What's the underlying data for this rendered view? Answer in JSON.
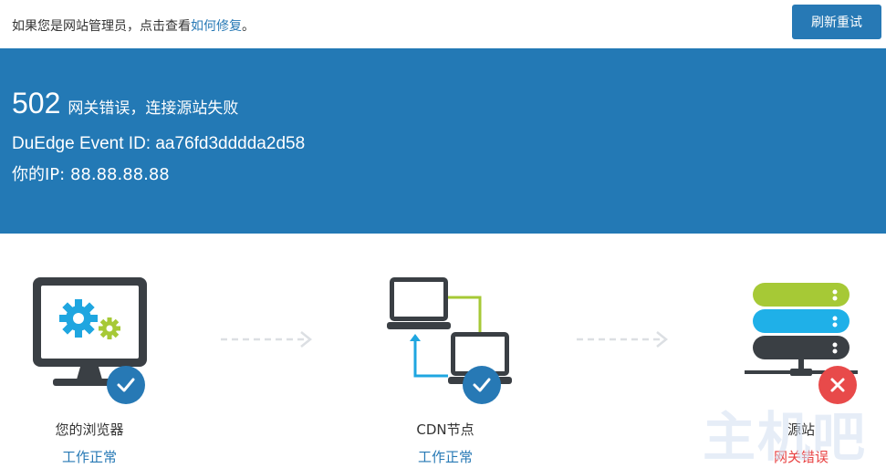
{
  "header": {
    "notice_text": "如果您是网站管理员，点击查看",
    "notice_link": "如何修复",
    "notice_suffix": "。",
    "refresh_button": "刷新重试"
  },
  "error": {
    "code": "502",
    "message": "网关错误，连接源站失败",
    "event_id": "DuEdge Event ID: aa76fd3dddda2d58",
    "ip": "你的IP: 88.88.88.88"
  },
  "nodes": [
    {
      "label": "您的浏览器",
      "status": "工作正常",
      "icon": "browser-monitor-icon",
      "badge": "check-icon"
    },
    {
      "label": "CDN节点",
      "status": "工作正常",
      "icon": "cdn-network-icon",
      "badge": "check-icon"
    },
    {
      "label": "源站",
      "status": "网关错误",
      "icon": "server-stack-icon",
      "badge": "cross-icon"
    }
  ],
  "watermark": "主机吧",
  "colors": {
    "primary": "#2379b5",
    "ok": "#2779b5",
    "error": "#e84040",
    "dark": "#3a3f44",
    "gear_blue": "#1fa6e0",
    "gear_green": "#a6c936",
    "server_green": "#a6c936",
    "server_blue": "#1fb0e8"
  }
}
